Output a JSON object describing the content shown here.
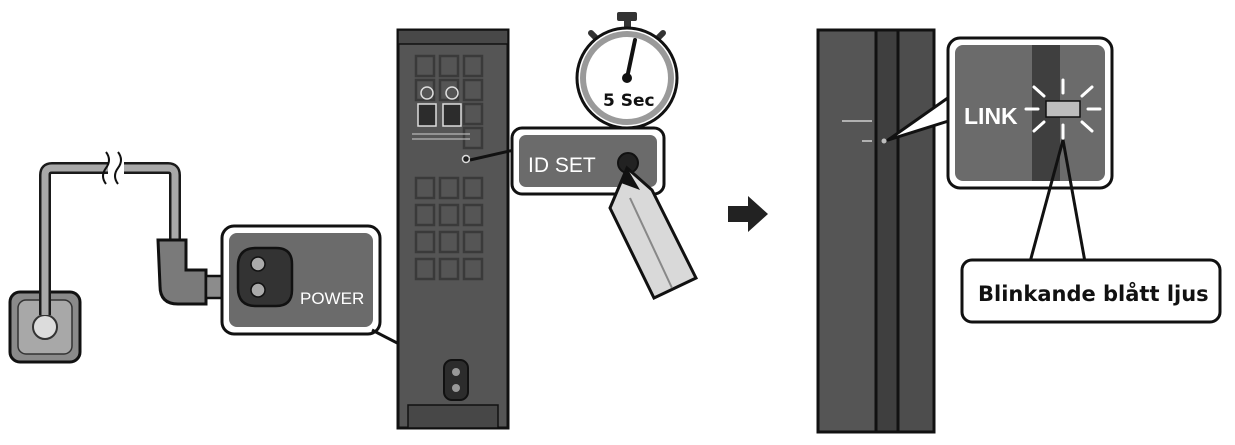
{
  "step1": {
    "callouts": {
      "power_label": "POWER",
      "id_set_label": "ID SET",
      "timer_label": "5 Sec"
    }
  },
  "step2": {
    "callouts": {
      "link_label": "LINK",
      "note": "Blinkande blått ljus"
    }
  },
  "colors": {
    "device_body": "#555555",
    "device_dark": "#3f3f3f",
    "callout_fill": "#6b6b6b",
    "cable": "#a9a9a9",
    "blink_light": "#bdbdbd"
  }
}
